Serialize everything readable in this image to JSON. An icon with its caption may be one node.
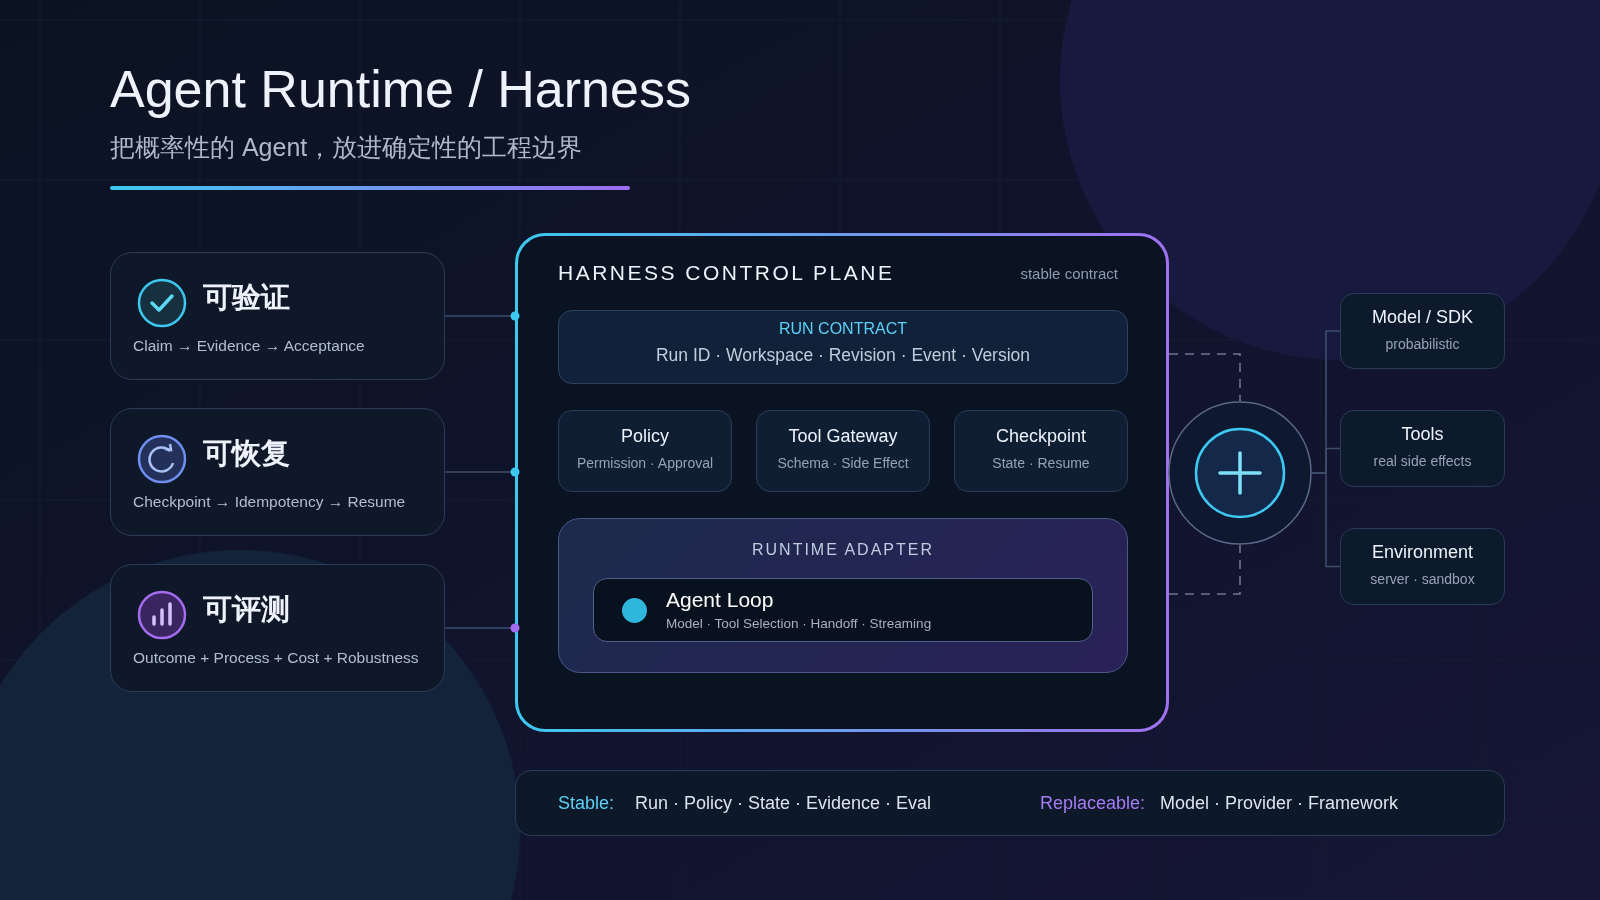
{
  "diagram": {
    "title": "Agent Runtime / Harness",
    "caption": "把概率性的 Agent，放进确定性的工程边界",
    "nodes": [
      {
        "text": [
          "可验证",
          "Claim → Evidence → Acceptance"
        ]
      },
      {
        "text": [
          "可恢复",
          "Checkpoint → Idempotency → Resume"
        ]
      },
      {
        "text": [
          "可评测",
          "Outcome + Process + Cost + Robustness"
        ]
      },
      {
        "text": [
          "HARNESS CONTROL PLANE",
          "stable contract"
        ]
      },
      {
        "text": [
          "RUN CONTRACT",
          "Run ID · Workspace · Revision · Event · Version"
        ],
        "in": 3
      },
      {
        "text": [
          "Policy",
          "Permission · Approval"
        ],
        "in": 3
      },
      {
        "text": [
          "Tool Gateway",
          "Schema · Side Effect"
        ],
        "in": 3
      },
      {
        "text": [
          "Checkpoint",
          "State · Resume"
        ],
        "in": 3
      },
      {
        "text": [
          "RUNTIME ADAPTER"
        ],
        "in": 3
      },
      {
        "text": [
          "Agent Loop",
          "Model · Tool Selection · Handoff · Streaming"
        ],
        "in": 8
      },
      {
        "text": [],
        "shape": "circle"
      },
      {
        "text": [
          "Model / SDK",
          "probabilistic"
        ]
      },
      {
        "text": [
          "Tools",
          "real side effects"
        ]
      },
      {
        "text": [
          "Environment",
          "server · sandbox"
        ]
      },
      {
        "text": [
          "Stable:",
          "Run · Policy · State · Evidence · Eval",
          "Replaceable:",
          "Model · Provider · Framework"
        ]
      }
    ],
    "edges": [
      {
        "from": 0,
        "to": 3,
        "arrow": "other"
      },
      {
        "from": 1,
        "to": 3,
        "arrow": "other"
      },
      {
        "from": 2,
        "to": 3,
        "arrow": "other"
      },
      {
        "from": 3,
        "to": 10,
        "arrow": "none",
        "style": "dashed"
      },
      {
        "from": 3,
        "to": 10,
        "arrow": "none",
        "style": "dashed"
      },
      {
        "from": 10,
        "to": 11,
        "arrow": "none"
      },
      {
        "from": 10,
        "to": 12,
        "arrow": "none"
      },
      {
        "from": 10,
        "to": 13,
        "arrow": "none"
      }
    ]
  }
}
